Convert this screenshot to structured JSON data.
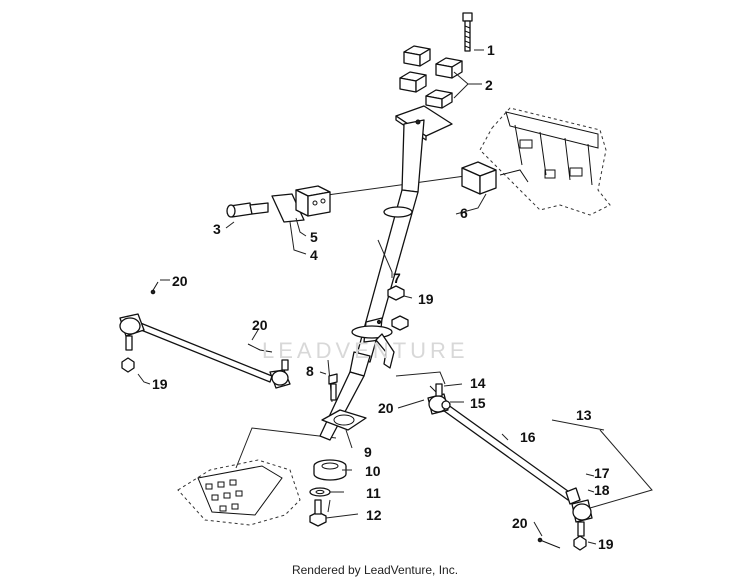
{
  "callouts": [
    {
      "num": "1"
    },
    {
      "num": "2"
    },
    {
      "num": "3"
    },
    {
      "num": "4"
    },
    {
      "num": "5"
    },
    {
      "num": "6"
    },
    {
      "num": "7"
    },
    {
      "num": "8"
    },
    {
      "num": "9"
    },
    {
      "num": "10"
    },
    {
      "num": "11"
    },
    {
      "num": "12"
    },
    {
      "num": "13"
    },
    {
      "num": "14"
    },
    {
      "num": "15"
    },
    {
      "num": "16"
    },
    {
      "num": "17"
    },
    {
      "num": "18"
    },
    {
      "num": "19"
    },
    {
      "num": "20"
    }
  ],
  "footer_text": "Rendered by LeadVenture, Inc.",
  "watermark_text": "LEADVENTURE",
  "colors": {
    "line": "#111111",
    "background": "#ffffff",
    "watermark": "#d8d8d8"
  }
}
